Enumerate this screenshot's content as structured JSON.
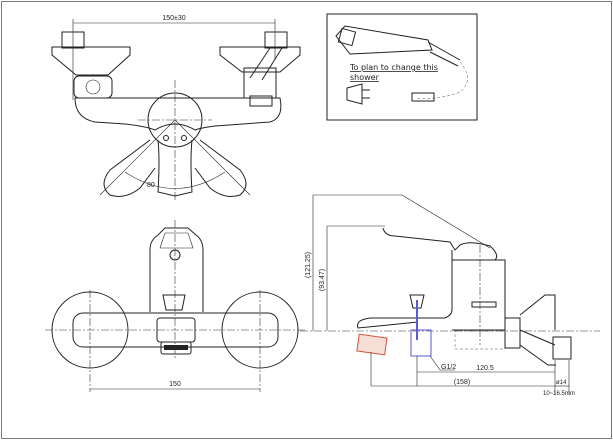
{
  "top_view": {
    "dim_width": "150±30",
    "dim_angle": "80"
  },
  "front_view": {
    "dim_width": "150"
  },
  "side_view": {
    "dim_height_lever": "(121.25)",
    "dim_height_body": "(93.47)",
    "thread": "G1/2",
    "dim_outlet": "120.5",
    "dim_total": "(158)",
    "pipe_dia": "ø14",
    "wall_range": "10~16.5mm"
  },
  "inset": {
    "note_line1": "To plan to change this",
    "note_line2": "shower"
  },
  "colors": {
    "outlet_part": "#d2553a",
    "valve_part": "#5a5ad8"
  }
}
